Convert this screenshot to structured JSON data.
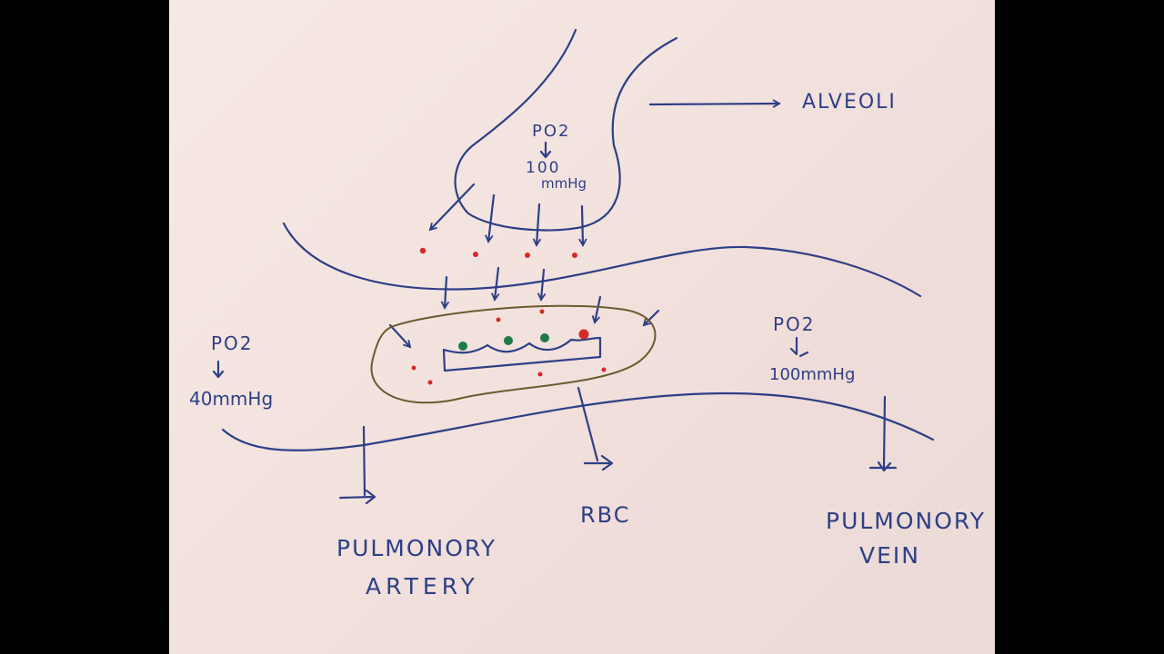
{
  "labels": {
    "alveoli": "ALVEOLI",
    "po2_alveoli_top": "PO2",
    "po2_alveoli_value_a": "100",
    "po2_alveoli_value_b": "mmHg",
    "po2_artery_top": "PO2",
    "po2_artery_value": "40mmHg",
    "po2_vein_top": "PO2",
    "po2_vein_value": "100mmHg",
    "rbc": "RBC",
    "pulmonary_artery_a": "PULMONORY",
    "pulmonary_artery_b": "ARTERY",
    "pulmonary_vein_a": "PULMONORY",
    "pulmonary_vein_b": "VEIN"
  },
  "colors": {
    "ink": "#2e3f86",
    "oxygen_dot": "#d42a2a",
    "green_dot": "#1e7a4a",
    "rbc_outline": "#6b5a2f",
    "paper": "#f3e3df",
    "background": "#000000"
  }
}
